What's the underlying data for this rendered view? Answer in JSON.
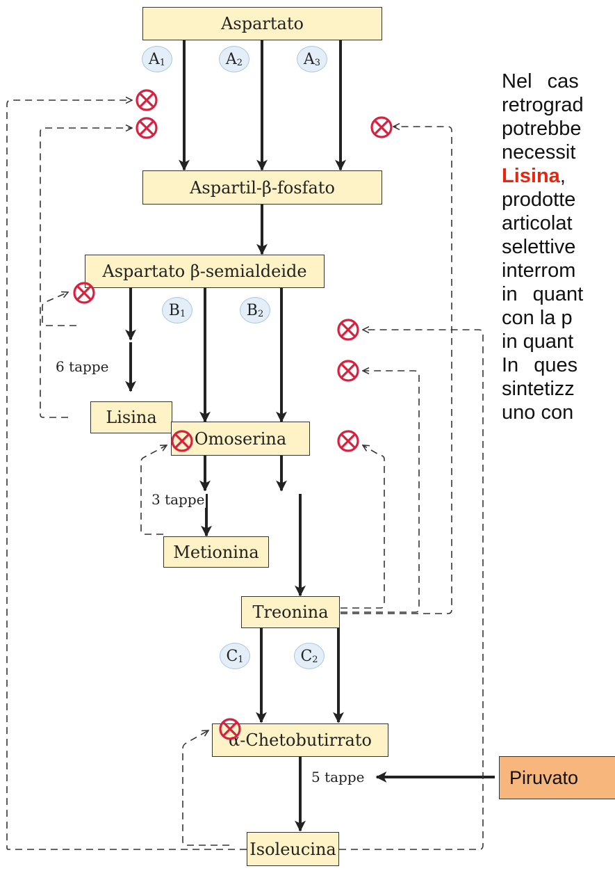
{
  "nodes": {
    "aspartato": "Aspartato",
    "aspartil_fosfato": "Aspartil-β-fosfato",
    "semialdeide": "Aspartato β-semialdeide",
    "lisina": "Lisina",
    "omoserina": "Omoserina",
    "metionina": "Metionina",
    "treonina": "Treonina",
    "chetobutirrato": "α-Chetobutirrato",
    "isoleucina": "Isoleucina"
  },
  "enzymes": {
    "a1": {
      "letter": "A",
      "sub": "1"
    },
    "a2": {
      "letter": "A",
      "sub": "2"
    },
    "a3": {
      "letter": "A",
      "sub": "3"
    },
    "b1": {
      "letter": "B",
      "sub": "1"
    },
    "b2": {
      "letter": "B",
      "sub": "2"
    },
    "c1": {
      "letter": "C",
      "sub": "1"
    },
    "c2": {
      "letter": "C",
      "sub": "2"
    }
  },
  "steps": {
    "lisina": "6 tappe",
    "metionina": "3 tappe",
    "isoleucina": "5 tappe"
  },
  "piruvato": "Piruvato",
  "side_text": {
    "l1": "Nel cas",
    "l2": "retrograd",
    "l3": "potrebbe",
    "l4": "necessit",
    "l5_hl": "Lisina",
    "l5_rest": ",",
    "l6": "prodotte",
    "l7": "articolat",
    "l8": "selettive",
    "l9": "interrom",
    "l10": "in quant",
    "l11": "con la p",
    "l12": "in quant",
    "l13": "In ques",
    "l14": "sintetizz",
    "l15": "uno con"
  },
  "colors": {
    "box_fill": "#fdf3c7",
    "enzyme_fill": "#e3eef8",
    "inhibitor": "#d6213f",
    "piruvato_fill": "#f7b77c",
    "highlight_text": "#e8250f"
  },
  "icons": {
    "inhibitor": "circled-x-icon",
    "arrow": "arrow-down-icon"
  }
}
